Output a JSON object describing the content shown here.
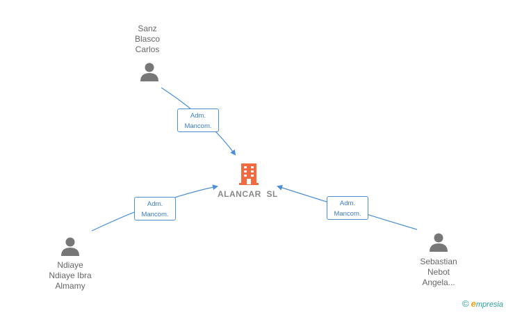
{
  "company": {
    "name": "ALANCAR  SL",
    "icon": "building-icon",
    "color": "#f26a3d"
  },
  "people": [
    {
      "id": "sanz",
      "lines": [
        "Sanz",
        "Blasco",
        "Carlos"
      ],
      "icon": "person-icon"
    },
    {
      "id": "ndiaye",
      "lines": [
        "Ndiaye",
        "Ndiaye Ibra",
        "Almamy"
      ],
      "icon": "person-icon"
    },
    {
      "id": "sebastian",
      "lines": [
        "Sebastian",
        "Nebot",
        "Angela..."
      ],
      "icon": "person-icon"
    }
  ],
  "relations": [
    {
      "from": "sanz",
      "role_line1": "Adm.",
      "role_line2": "Mancom."
    },
    {
      "from": "ndiaye",
      "role_line1": "Adm.",
      "role_line2": "Mancom."
    },
    {
      "from": "sebastian",
      "role_line1": "Adm.",
      "role_line2": "Mancom."
    }
  ],
  "watermark": {
    "copyright": "©",
    "brand_initial": "e",
    "brand_rest": "mpresia"
  },
  "colors": {
    "edge": "#4a8fd6",
    "person": "#777777",
    "text": "#666666"
  }
}
